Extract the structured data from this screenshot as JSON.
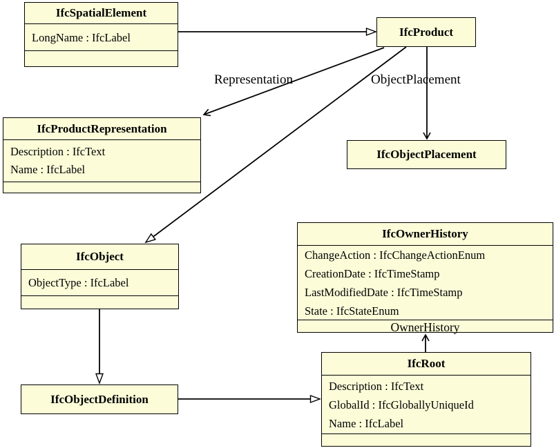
{
  "colors": {
    "bg": "#ffffff",
    "box_fill": "#fcfcd9",
    "box_border": "#000000",
    "line": "#000000",
    "text": "#000000"
  },
  "classes": {
    "spatial_element": {
      "title": "IfcSpatialElement",
      "attributes": [
        "LongName : IfcLabel"
      ]
    },
    "product": {
      "title": "IfcProduct"
    },
    "product_representation": {
      "title": "IfcProductRepresentation",
      "attributes": [
        "Description : IfcText",
        "Name : IfcLabel"
      ]
    },
    "object_placement": {
      "title": "IfcObjectPlacement"
    },
    "owner_history": {
      "title": "IfcOwnerHistory",
      "attributes": [
        "ChangeAction : IfcChangeActionEnum",
        "CreationDate : IfcTimeStamp",
        "LastModifiedDate : IfcTimeStamp",
        "State : IfcStateEnum"
      ],
      "footer_label": "OwnerHistory"
    },
    "object": {
      "title": "IfcObject",
      "attributes": [
        "ObjectType : IfcLabel"
      ]
    },
    "object_definition": {
      "title": "IfcObjectDefinition"
    },
    "root": {
      "title": "IfcRoot",
      "attributes": [
        "Description : IfcText",
        "GlobalId : IfcGloballyUniqueId",
        "Name : IfcLabel"
      ]
    }
  },
  "edge_labels": {
    "representation": "Representation",
    "object_placement": "ObjectPlacement",
    "owner_history": "OwnerHistory"
  },
  "relationships": [
    {
      "from": "IfcSpatialElement",
      "to": "IfcProduct",
      "type": "generalization"
    },
    {
      "from": "IfcProduct",
      "to": "IfcProductRepresentation",
      "type": "association",
      "label": "Representation"
    },
    {
      "from": "IfcProduct",
      "to": "IfcObjectPlacement",
      "type": "association",
      "label": "ObjectPlacement"
    },
    {
      "from": "IfcProduct",
      "to": "IfcObject",
      "type": "generalization"
    },
    {
      "from": "IfcObject",
      "to": "IfcObjectDefinition",
      "type": "generalization"
    },
    {
      "from": "IfcObjectDefinition",
      "to": "IfcRoot",
      "type": "generalization"
    },
    {
      "from": "IfcRoot",
      "to": "IfcOwnerHistory",
      "type": "association",
      "label": "OwnerHistory"
    }
  ]
}
